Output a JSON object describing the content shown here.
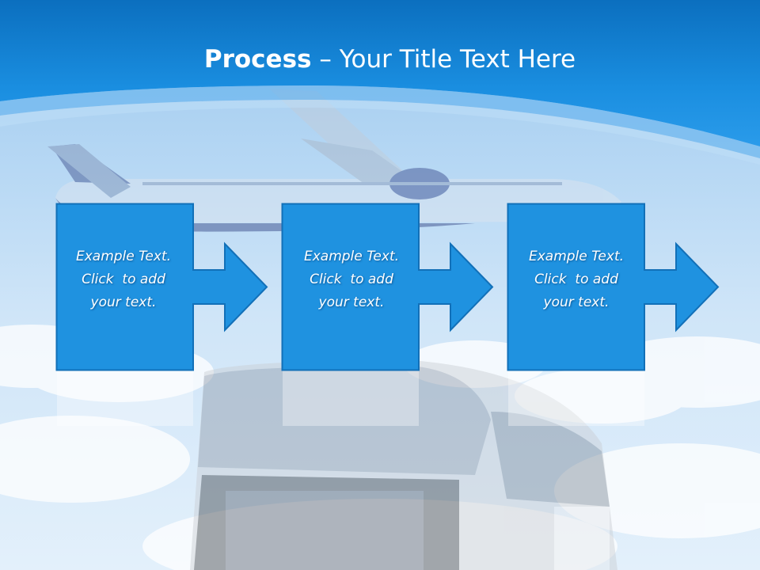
{
  "title": {
    "bold_part": "Process",
    "dash": " – ",
    "regular_part": "Your Title Text Here"
  },
  "steps": [
    {
      "line1": "Example Text.",
      "line2": "Click  to add",
      "line3": "your text."
    },
    {
      "line1": "Example Text.",
      "line2": "Click  to add",
      "line3": "your text."
    },
    {
      "line1": "Example Text.",
      "line2": "Click  to add",
      "line3": "your text."
    }
  ],
  "colors": {
    "header_blue": "#1587d6",
    "box_blue": "#1f92e0",
    "box_border": "#1270b8"
  }
}
